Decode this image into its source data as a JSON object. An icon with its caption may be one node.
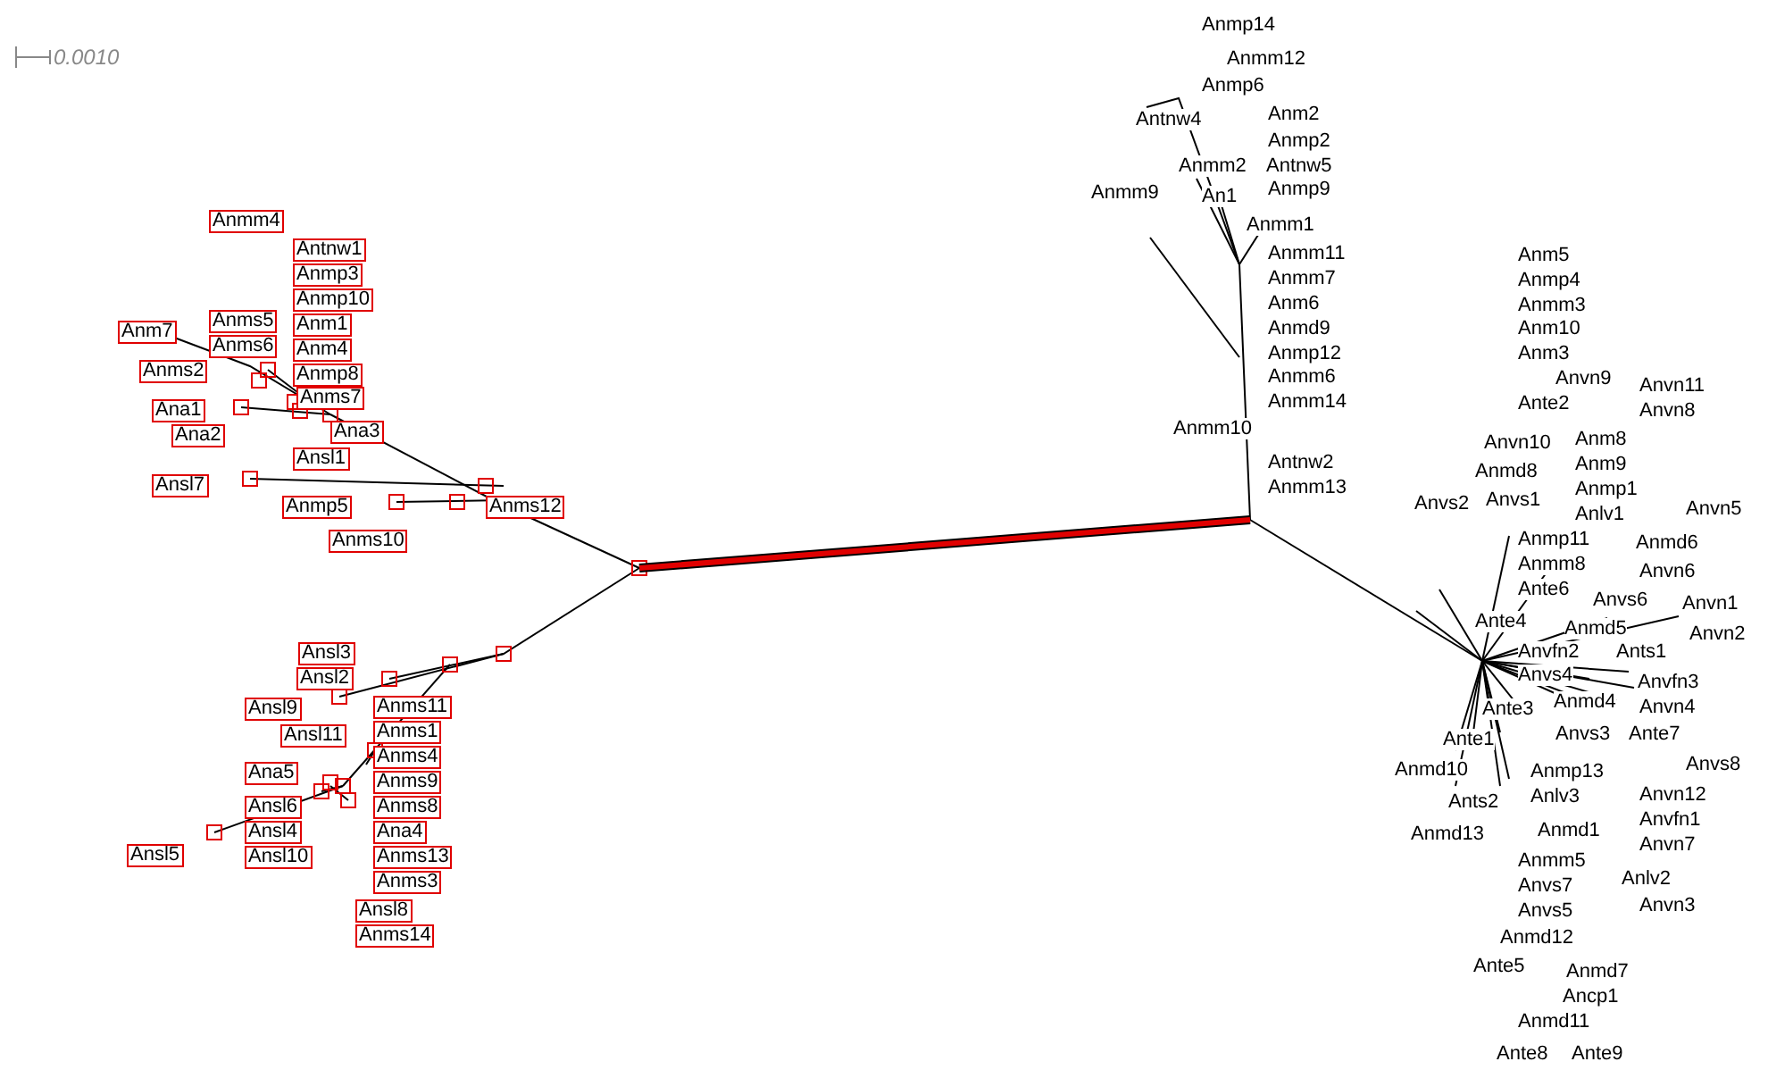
{
  "diagram": {
    "labels": [
      "0.0010",
      "Anmm4",
      "Antnw1",
      "Anmp3",
      "Anmp10",
      "Anms5",
      "Anm1",
      "Anm7",
      "Anms6",
      "Anm4",
      "Anms2",
      "Anmp8",
      "Anms7",
      "Ana1",
      "Ana3",
      "Ana2",
      "Ansl1",
      "Ansl7",
      "Anms12",
      "Anmp5",
      "Anms10",
      "Ansl3",
      "Ansl2",
      "Ansl9",
      "Anms11",
      "Anms1",
      "Ansl11",
      "Anms4",
      "Ana5",
      "Anms9",
      "Ansl6",
      "Anms8",
      "Ana4",
      "Ansl4",
      "Anms13",
      "Ansl10",
      "Ansl5",
      "Anms3",
      "Ansl8",
      "Anms14",
      "Anmp14",
      "Anmm12",
      "Anmp6",
      "Antnw4",
      "Anm2",
      "Anmp2",
      "Anmm2",
      "Antnw5",
      "Anmm9",
      "An1",
      "Anmp9",
      "Anmm1",
      "Anmm11",
      "Anmm7",
      "Anm6",
      "Anmd9",
      "Anmp12",
      "Anmm6",
      "Anmm14",
      "Anmm10",
      "Antnw2",
      "Anmm13",
      "Anm5",
      "Anmp4",
      "Anmm3",
      "Anm10",
      "Anm3",
      "Anvn9",
      "Anvn11",
      "Ante2",
      "Anvn8",
      "Anvn10",
      "Anm8",
      "Anmd8",
      "Anm9",
      "Anvs2",
      "Anvs1",
      "Anmp1",
      "Anvn5",
      "Anlv1",
      "Anmp11",
      "Anmd6",
      "Anmm8",
      "Anvn6",
      "Ante6",
      "Anvs6",
      "Anvn1",
      "Ante4",
      "Anmd5",
      "Anvn2",
      "Anvfn2",
      "Ants1",
      "Anvs4",
      "Anvfn3",
      "Anmd4",
      "Ante3",
      "Anvn4",
      "Anvs3",
      "Ante7",
      "Ante1",
      "Anvs8",
      "Anmd10",
      "Anmp13",
      "Anvn12",
      "Ants2",
      "Anlv3",
      "Anvfn1",
      "Anmd13",
      "Anmd1",
      "Anvn7",
      "Anmm5",
      "Anlv2",
      "Anvs7",
      "Anvn3",
      "Anvs5",
      "Anmd12",
      "Ante5",
      "Anmd7",
      "Ancp1",
      "Anmd11",
      "Ante8",
      "Ante9"
    ]
  }
}
